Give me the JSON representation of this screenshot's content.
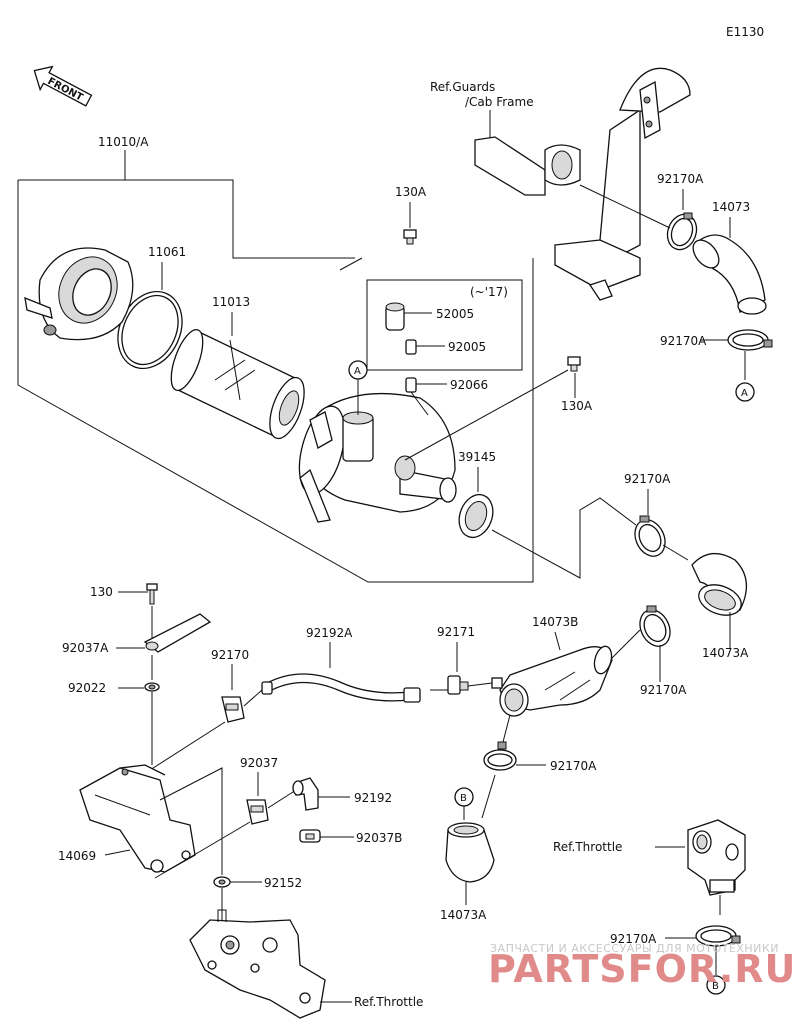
{
  "diagram_code": "E1130",
  "front_label": "FRONT",
  "ref_guards_line1": "Ref.Guards",
  "ref_guards_line2": "/Cab Frame",
  "ref_throttle_right": "Ref.Throttle",
  "ref_throttle_bottom": "Ref.Throttle",
  "year_note": "(~'17)",
  "callout_a": "A",
  "callout_b": "B",
  "parts": {
    "p11010A": "11010/A",
    "p11061": "11061",
    "p11013": "11013",
    "p130A_top": "130A",
    "p130A_right": "130A",
    "p52005": "52005",
    "p92005": "92005",
    "p92066": "92066",
    "p39145": "39145",
    "p92170A_top": "92170A",
    "p14073": "14073",
    "p92170A_mid": "92170A",
    "p92170A_right": "92170A",
    "p14073A_right": "14073A",
    "p92170A_lower": "92170A",
    "p14073B": "14073B",
    "p92171": "92171",
    "p92192A": "92192A",
    "p92170": "92170",
    "p130": "130",
    "p92037A": "92037A",
    "p92022": "92022",
    "p92037": "92037",
    "p92192": "92192",
    "p92037B": "92037B",
    "p14069": "14069",
    "p92152": "92152",
    "p92170A_b": "92170A",
    "p14073A_bottom": "14073A",
    "p92170A_bottom": "92170A"
  },
  "watermark": {
    "line1": "ЗАПЧАСТИ И АКСЕССУАРЫ ДЛЯ МОТОТЕХНИКИ",
    "logo": "PARTSFOR.RU"
  }
}
